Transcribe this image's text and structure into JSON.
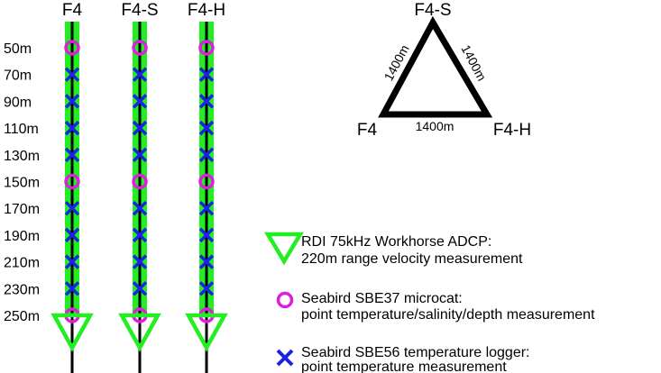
{
  "moorings": [
    {
      "name": "F4",
      "instruments": [
        "microcat",
        "logger",
        "logger",
        "logger",
        "logger",
        "microcat",
        "logger",
        "logger",
        "logger",
        "logger",
        "microcat"
      ]
    },
    {
      "name": "F4-S",
      "instruments": [
        "microcat",
        "logger",
        "logger",
        "logger",
        "logger",
        "microcat",
        "logger",
        "logger",
        "logger",
        "logger",
        "microcat"
      ]
    },
    {
      "name": "F4-H",
      "instruments": [
        "microcat",
        "logger",
        "logger",
        "logger",
        "logger",
        "microcat",
        "logger",
        "logger",
        "logger",
        "logger",
        "microcat"
      ]
    }
  ],
  "depths": [
    "50m",
    "70m",
    "90m",
    "110m",
    "130m",
    "150m",
    "170m",
    "190m",
    "210m",
    "230m",
    "250m"
  ],
  "triangle": {
    "apex_label": "F4-S",
    "left_label": "F4",
    "right_label": "F4-H",
    "left_side": "1400m",
    "right_side": "1400m",
    "base_side": "1400m"
  },
  "legend": {
    "adcp": {
      "line1": "RDI 75kHz Workhorse ADCP:",
      "line2": "220m range velocity measurement",
      "icon": "down-triangle-icon"
    },
    "microcat": {
      "line1": "Seabird SBE37 microcat:",
      "line2": "point temperature/salinity/depth measurement",
      "icon": "circle-icon"
    },
    "logger": {
      "line1": "Seabird SBE56 temperature logger:",
      "line2": "point temperature measurement",
      "icon": "x-icon"
    }
  },
  "colors": {
    "adcp_range": "#22ee22",
    "microcat": "#e01ee0",
    "logger": "#1a22e6",
    "mooring_line": "#000000"
  }
}
